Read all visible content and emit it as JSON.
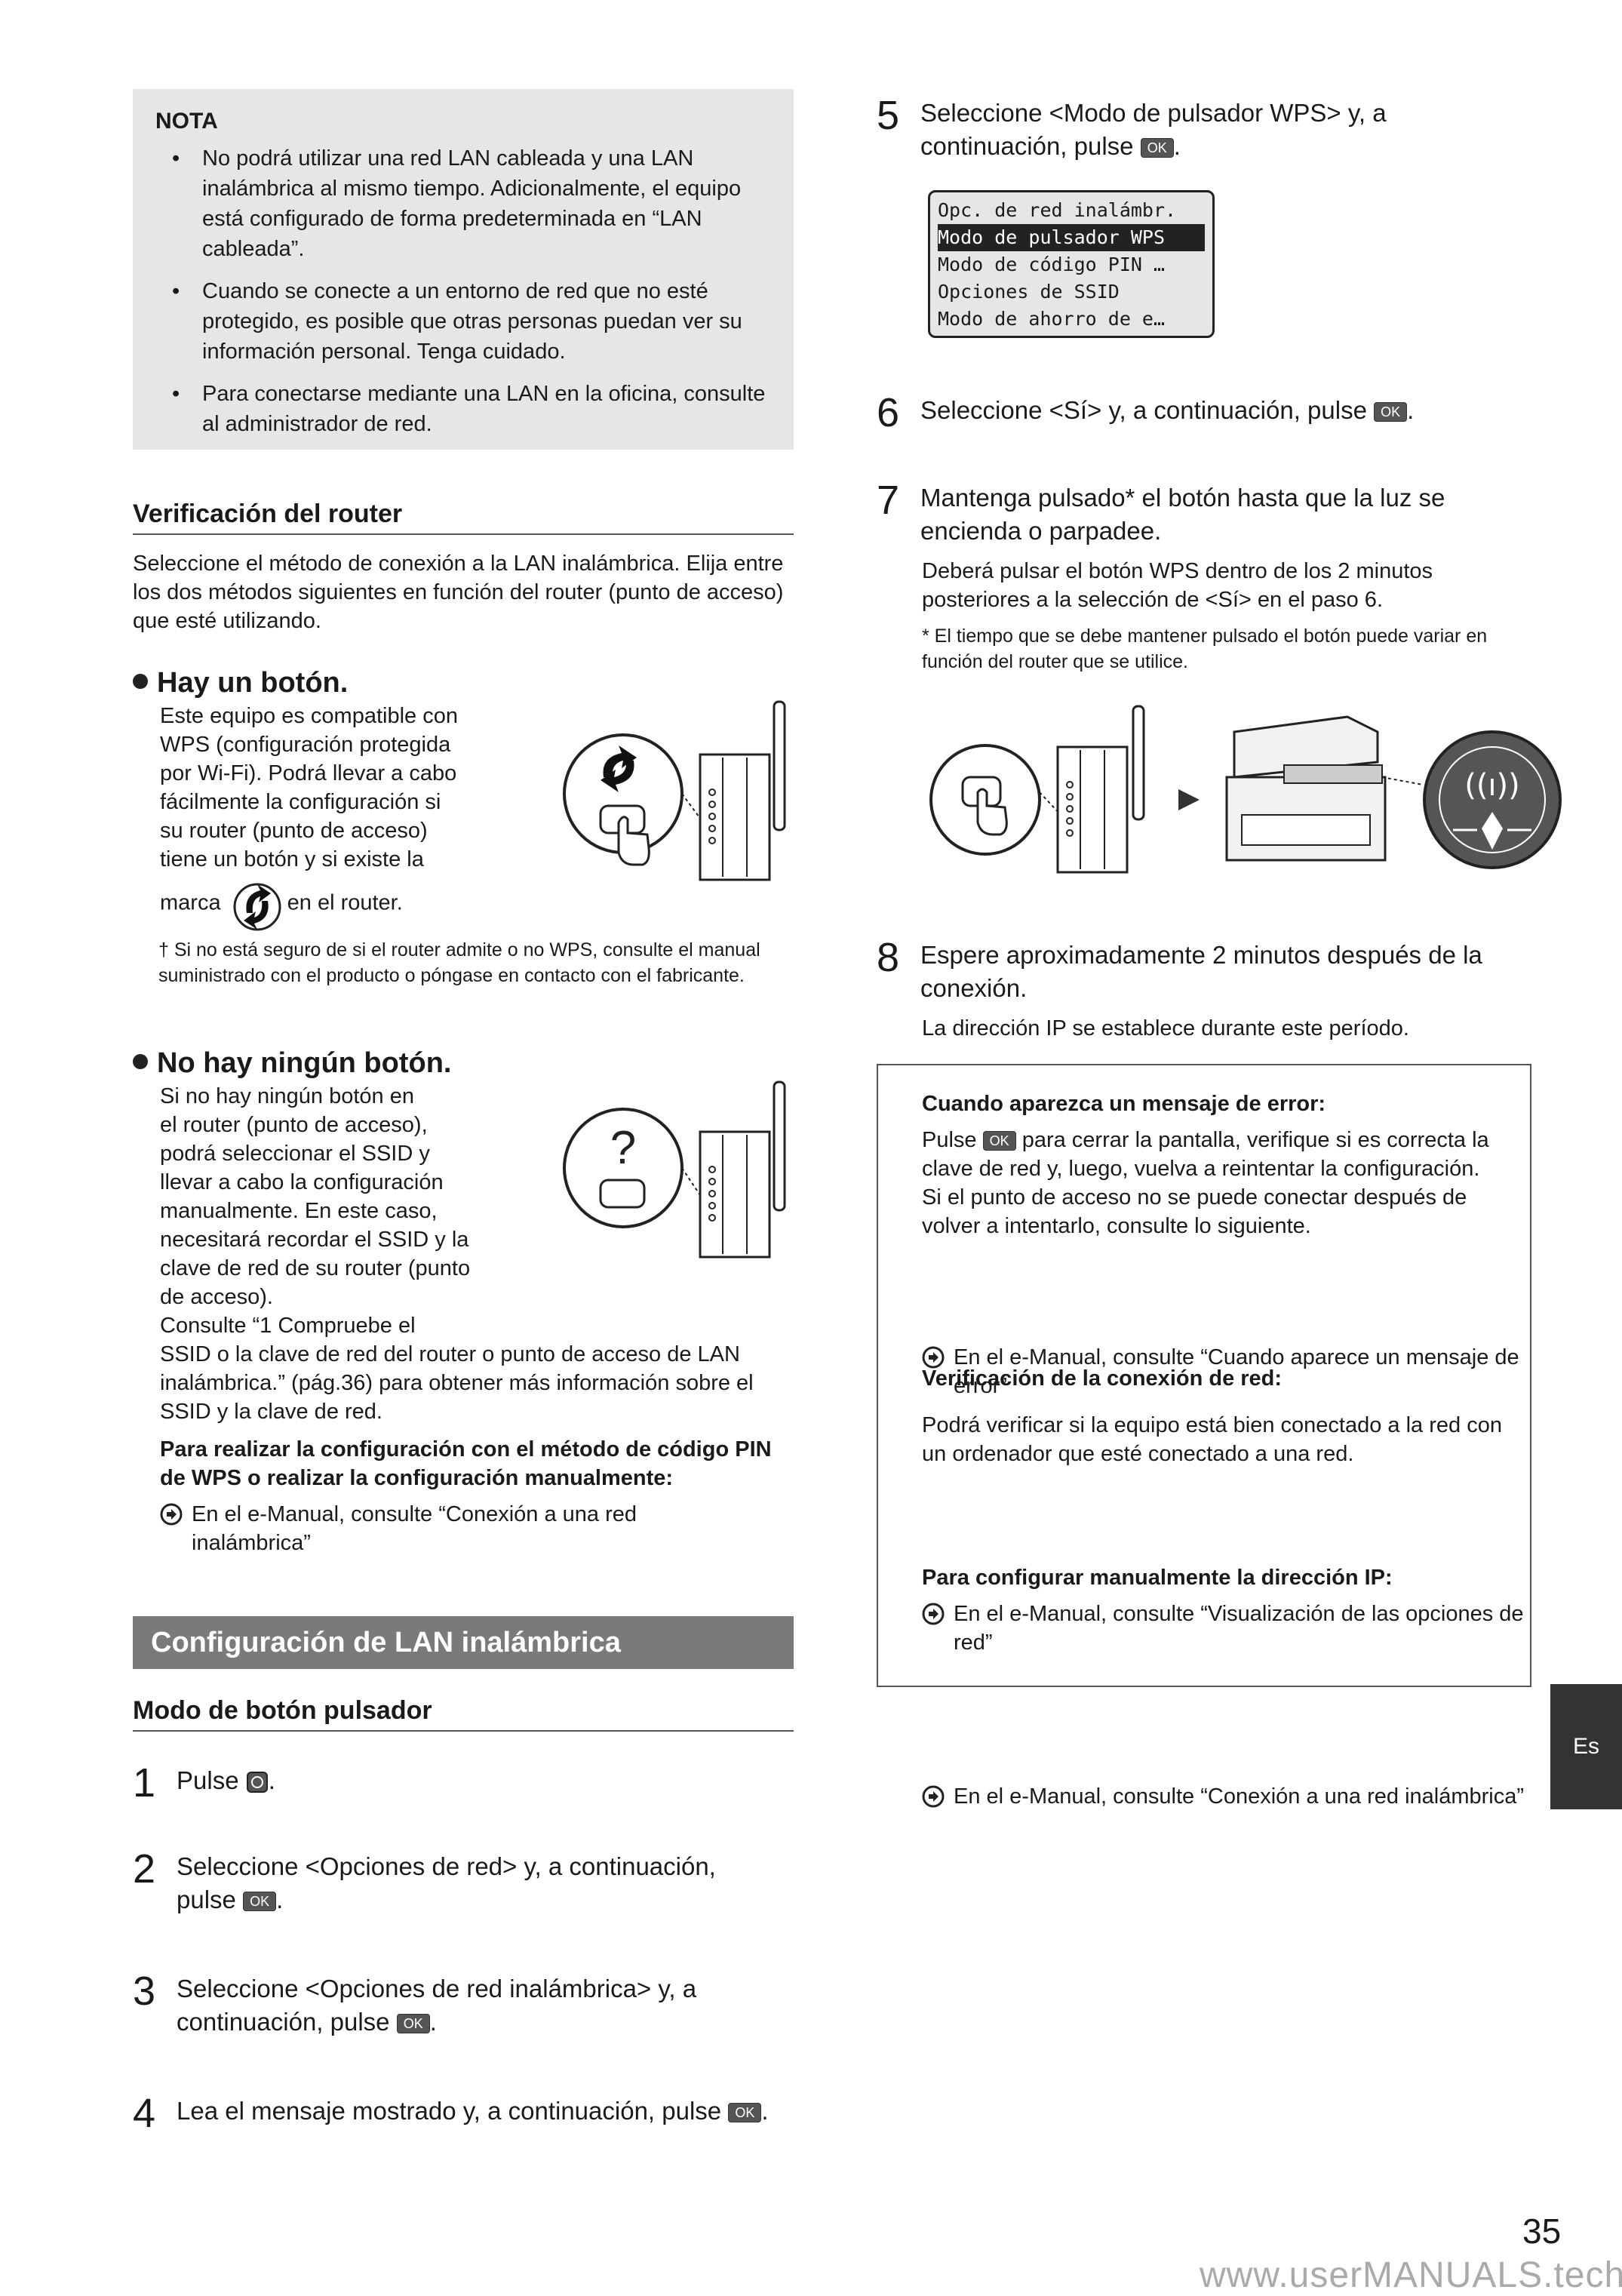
{
  "nota": {
    "title": "NOTA",
    "items": [
      "No podrá utilizar una red LAN cableada y una LAN inalámbrica al mismo tiempo. Adicionalmente, el equipo está configurado de forma predeterminada en “LAN cableada”.",
      "Cuando se conecte a un entorno de red que no esté protegido, es posible que otras personas puedan ver su información personal. Tenga cuidado.",
      "Para conectarse mediante una LAN en la oficina, consulte al administrador de red."
    ]
  },
  "router": {
    "heading": "Verificación del router",
    "intro": "Seleccione el método de conexión a la LAN inalámbrica. Elija entre los dos métodos siguientes en función del router (punto de acceso) que esté utilizando.",
    "button_heading": "Hay un botón.",
    "button_text_lines": [
      "Este equipo es compatible con",
      "WPS (configuración protegida",
      "por Wi-Fi). Podrá llevar a cabo",
      "fácilmente la configuración si",
      "su router (punto de acceso)",
      "tiene un botón y si existe la",
      "marca",
      "en el router."
    ],
    "button_note": "† Si no está seguro de si el router admite o no WPS, consulte el manual suministrado con el producto o póngase en contacto con el fabricante.",
    "nobutton_heading": "No hay ningún botón.",
    "nobutton_text_lines": [
      "Si no hay ningún botón en",
      "el router (punto de acceso),",
      "podrá seleccionar el SSID y",
      "llevar a cabo la configuración",
      "manualmente. En este caso,",
      "necesitará recordar el SSID y la",
      "clave de red de su router (punto",
      "de acceso).",
      "Consulte “1 Compruebe el"
    ],
    "nobutton_text_full": "SSID o la clave de red del router o punto de acceso de LAN inalámbrica.” (pág.36) para obtener más información sobre el SSID y la clave de red.",
    "pin_bold": "Para realizar la configuración con el método de código PIN de WPS o realizar la configuración manualmente:",
    "pin_ref": "En el e-Manual, consulte “Conexión a una red inalámbrica”"
  },
  "wlan": {
    "band": "Configuración de LAN inalámbrica",
    "subheading": "Modo de botón pulsador",
    "ok_label": "OK",
    "steps": [
      {
        "num": "1",
        "text": "Pulse"
      },
      {
        "num": "2",
        "text": "Seleccione <Opciones de red> y, a continuación, pulse"
      },
      {
        "num": "3",
        "text": "Seleccione <Opciones de red inalámbrica> y, a continuación, pulse"
      },
      {
        "num": "4",
        "text": "Lea el mensaje mostrado y, a continuación, pulse"
      },
      {
        "num": "5",
        "text": "Seleccione <Modo de pulsador WPS> y, a continuación, pulse"
      },
      {
        "num": "6",
        "text": "Seleccione <Sí> y, a continuación, pulse"
      },
      {
        "num": "7",
        "text": "Mantenga pulsado* el botón hasta que la luz se encienda o parpadee."
      },
      {
        "num": "8",
        "text": "Espere aproximadamente 2 minutos después de la conexión."
      }
    ],
    "step7_sub": "Deberá pulsar el botón WPS dentro de los 2 minutos posteriores a la selección de <Sí> en el paso 6.",
    "step7_note": "* El tiempo que se debe mantener pulsado el botón puede variar en función del router que se utilice.",
    "step8_sub": "La dirección IP se establece durante este período."
  },
  "lcd": {
    "title": "Opc. de red inalámbr.",
    "rows": [
      "Modo de pulsador WPS",
      "Modo de código PIN …",
      "Opciones de SSID",
      "Modo de ahorro de e…"
    ]
  },
  "errbox": {
    "h1": "Cuando aparezca un mensaje de error:",
    "p1_pre": "Pulse",
    "p1_post": "para cerrar la pantalla, verifique si es correcta la clave de red y, luego, vuelva a reintentar la configuración. Si el punto de acceso no se puede conectar después de volver a intentarlo, consulte lo siguiente.",
    "r1": "En el e-Manual, consulte “Cuando aparece un mensaje de error”",
    "h2": "Verificación de la conexión de red:",
    "p2": "Podrá verificar si la equipo está bien conectado a la red con un ordenador que esté conectado a una red.",
    "r2": "En el e-Manual, consulte “Visualización de las opciones de red”",
    "h3": "Para configurar manualmente la dirección IP:",
    "r3": "En el e-Manual, consulte “Conexión a una red inalámbrica”"
  },
  "tab": "Es",
  "page_number": "35",
  "watermark": "www.userMANUALS.tech"
}
